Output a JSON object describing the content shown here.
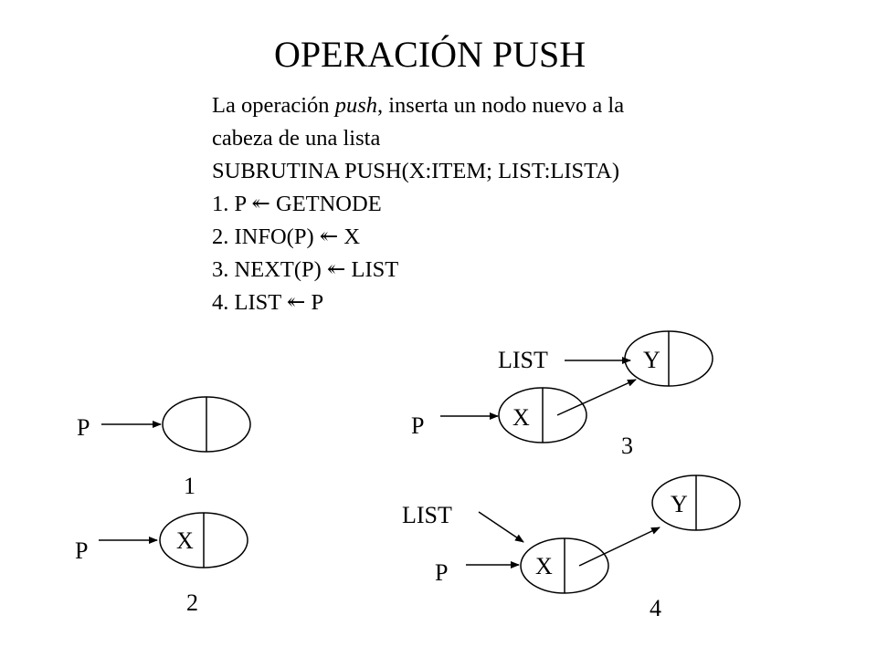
{
  "title": "OPERACIÓN PUSH",
  "description": {
    "prefix": "La operación ",
    "emphasis": "push",
    "suffix": ", inserta un nodo nuevo a la",
    "line2": "cabeza de una lista"
  },
  "subroutine": "SUBRUTINA PUSH(X:ITEM; LIST:LISTA)",
  "steps": [
    "1. P ⇐ GETNODE",
    "2. INFO(P) ⇐ X",
    "3. NEXT(P) ⇐ LIST",
    "4. LIST ⇐ P"
  ],
  "steps_display": [
    "1. P ↞ GETNODE",
    "2. INFO(P) ↞ X",
    "3. NEXT(P) ↞ LIST",
    "4. LIST ↞ P"
  ],
  "diagram": {
    "step1": {
      "number": "1",
      "pointer": "P",
      "info": ""
    },
    "step2": {
      "number": "2",
      "pointer": "P",
      "info": "X"
    },
    "step3": {
      "number": "3",
      "pointer": "P",
      "list_label": "LIST",
      "info": "X",
      "next_info": "Y"
    },
    "step4": {
      "number": "4",
      "pointer": "P",
      "list_label": "LIST",
      "info": "X",
      "next_info": "Y"
    }
  }
}
